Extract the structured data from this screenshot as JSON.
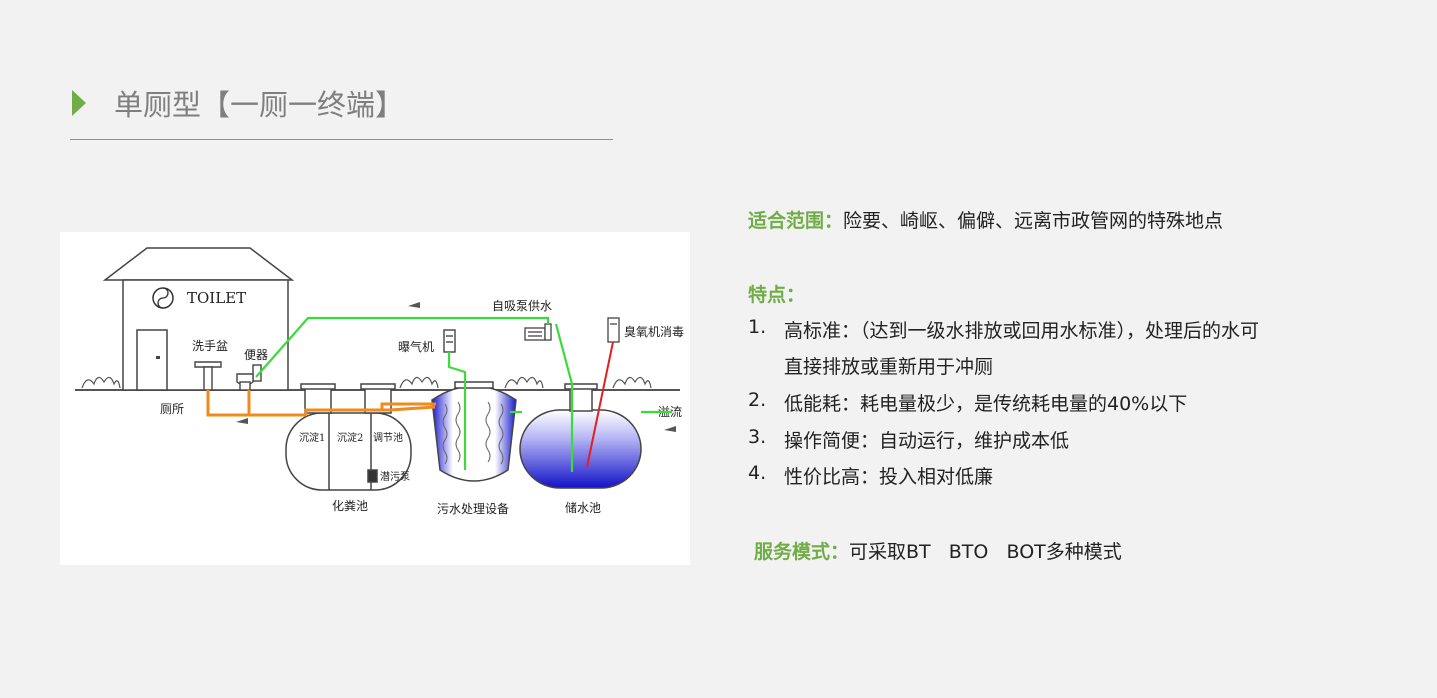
{
  "header": {
    "title": "单厕型【一厕一终端】"
  },
  "diagram": {
    "labels": {
      "toilet_sign": "TOILET",
      "wash_basin": "洗手盆",
      "toilet_bowl": "便器",
      "restroom": "厕所",
      "self_priming_pump": "自吸泵供水",
      "aerator": "曝气机",
      "ozone": "臭氧机消毒",
      "overflow": "溢流",
      "settle1": "沉淀1",
      "settle2": "沉淀2",
      "regulating_tank": "调节池",
      "submersible_pump": "潜污泵",
      "septic_tank": "化粪池",
      "sewage_equipment": "污水处理设备",
      "storage_tank": "储水池"
    },
    "colors": {
      "green_pipe": "#3adb3a",
      "orange_pipe": "#f08a1c",
      "red_pipe": "#e02020",
      "tank_blue": "#1a1ad0"
    }
  },
  "info": {
    "scope": {
      "label": "适合范围：",
      "text": "险要、崎岖、偏僻、远离市政管网的特殊地点"
    },
    "features": {
      "label": "特点：",
      "items": [
        {
          "num": "1.",
          "text": "高标准：（达到一级水排放或回用水标准），处理后的水可",
          "text2": "直接排放或重新用于冲厕"
        },
        {
          "num": "2.",
          "text": "低能耗：耗电量极少，是传统耗电量的40%以下"
        },
        {
          "num": "3.",
          "text": "操作简便：自动运行，维护成本低"
        },
        {
          "num": "4.",
          "text": "性价比高：投入相对低廉"
        }
      ]
    },
    "service": {
      "label": "服务模式：",
      "text": "可采取BT   BTO   BOT多种模式"
    }
  }
}
